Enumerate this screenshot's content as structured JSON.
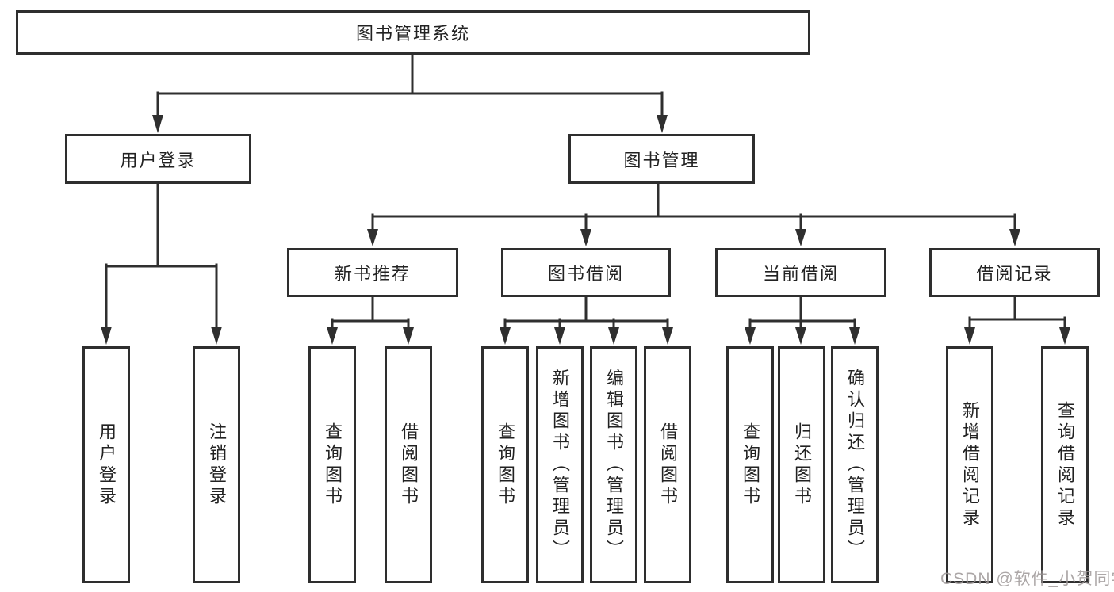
{
  "diagram": {
    "title": "图书管理系统",
    "branches": [
      {
        "label": "用户登录",
        "children": [
          "用户登录",
          "注销登录"
        ]
      },
      {
        "label": "图书管理",
        "groups": [
          {
            "label": "新书推荐",
            "children": [
              "查询图书",
              "借阅图书"
            ]
          },
          {
            "label": "图书借阅",
            "children": [
              "查询图书",
              "新增图书（管理员）",
              "编辑图书（管理员）",
              "借阅图书"
            ]
          },
          {
            "label": "当前借阅",
            "children": [
              "查询图书",
              "归还图书",
              "确认归还（管理员）"
            ]
          },
          {
            "label": "借阅记录",
            "children": [
              "新增借阅记录",
              "查询借阅记录"
            ]
          }
        ]
      }
    ],
    "colors": {
      "line": "#2f2f2f",
      "box_border": "#2e2e2e",
      "text": "#222222",
      "background": "#ffffff",
      "watermark": "#9e9898"
    }
  },
  "watermark": {
    "text": "CSDN @软件_小贺同学"
  }
}
